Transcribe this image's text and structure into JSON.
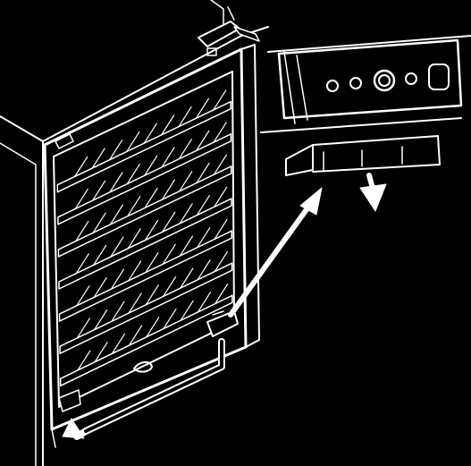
{
  "illustration": {
    "background_color": "#000000",
    "line_color": "#ffffff",
    "parts": [
      "wine-cooler-cabinet",
      "cabinet-door",
      "wine-rack-shelves",
      "top-hinge",
      "bottom-hinge",
      "hinge-detail-callout",
      "move-arrow",
      "remove-arrow"
    ],
    "shelf_count": 7
  }
}
